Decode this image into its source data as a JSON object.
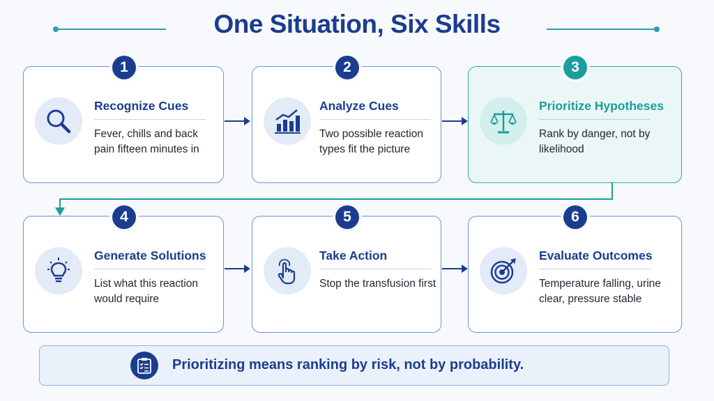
{
  "title": "One Situation, Six Skills",
  "steps": [
    {
      "number": "1",
      "title": "Recognize Cues",
      "description": "Fever, chills and back pain fifteen minutes in",
      "icon": "magnifier-icon"
    },
    {
      "number": "2",
      "title": "Analyze Cues",
      "description": "Two possible reaction types fit the picture",
      "icon": "bar-chart-icon"
    },
    {
      "number": "3",
      "title": "Prioritize Hypotheses",
      "description": "Rank by danger, not by likelihood",
      "icon": "scales-icon"
    },
    {
      "number": "4",
      "title": "Generate Solutions",
      "description": "List what this reaction would require",
      "icon": "lightbulb-icon"
    },
    {
      "number": "5",
      "title": "Take Action",
      "description": "Stop the transfusion first",
      "icon": "pointing-hand-icon"
    },
    {
      "number": "6",
      "title": "Evaluate Outcomes",
      "description": "Temperature falling, urine clear, pressure stable",
      "icon": "target-icon"
    }
  ],
  "highlighted_step": "3",
  "footer": {
    "text": "Prioritizing means ranking by risk, not by probability.",
    "icon": "clipboard-checklist-icon"
  },
  "colors": {
    "primary": "#1b3d8f",
    "accent_teal": "#1c9e9c",
    "card_border": "#6f95cc",
    "background": "#f7f9fc"
  }
}
